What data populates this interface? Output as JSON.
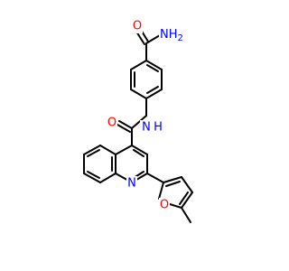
{
  "structure": {
    "bond_color": "#000000",
    "background": "#ffffff",
    "atom_labels": {
      "amide_top_O": {
        "text": "O",
        "color": "#ff0000"
      },
      "amide_top_NH2": {
        "text": "NH",
        "sub": "2",
        "color": "#0000ff"
      },
      "amide_mid_O": {
        "text": "O",
        "color": "#ff0000"
      },
      "amide_mid_NH": {
        "text": "N",
        "h": "H",
        "color": "#0000ff"
      },
      "quinoline_N": {
        "text": "N",
        "color": "#0000ff"
      },
      "furan_O": {
        "text": "O",
        "color": "#ff0000"
      }
    }
  }
}
